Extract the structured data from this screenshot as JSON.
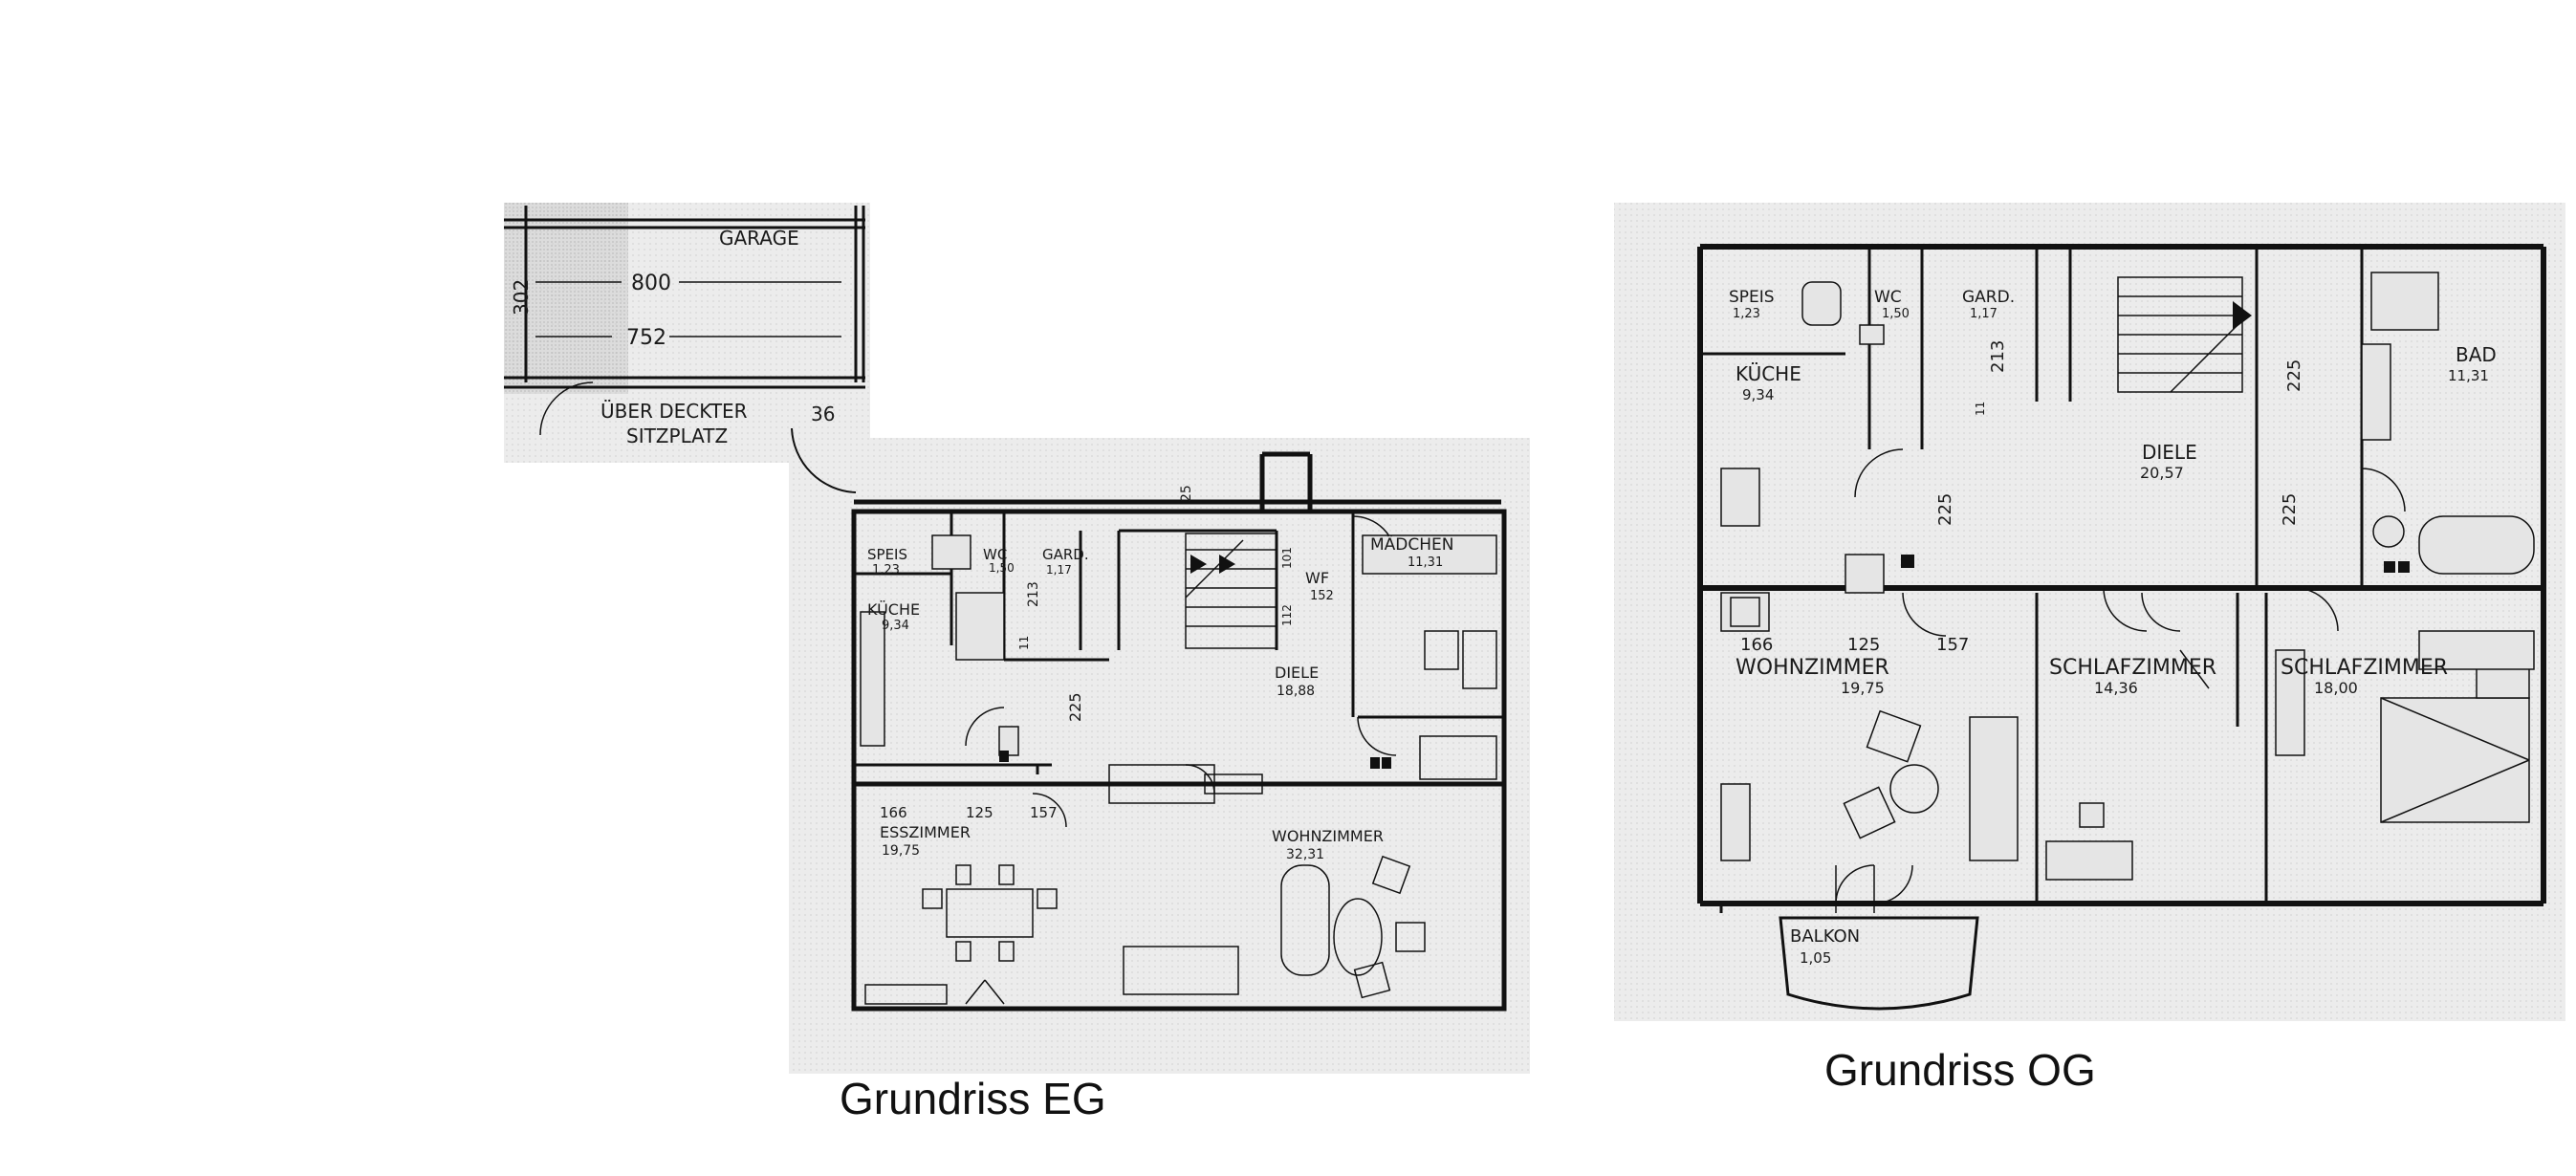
{
  "captions": {
    "eg": "Grundriss EG",
    "og": "Grundriss OG"
  },
  "garage": {
    "garage": "GARAGE",
    "dim_800": "800",
    "dim_752": "752",
    "dim_302": "302",
    "ueber_1": "ÜBER DECKTER",
    "ueber_2": "SITZPLATZ",
    "dim_36": "36"
  },
  "eg": {
    "speis": "SPEIS",
    "speis_a": "1,23",
    "wc": "WC",
    "wc_a": "1,50",
    "gard": "GARD.",
    "gard_a": "1,17",
    "kueche": "KÜCHE",
    "kueche_a": "9,34",
    "wf": "WF",
    "wf_d": "152",
    "maedchen": "MÄDCHEN",
    "maedchen_a": "11,31",
    "diele": "DIELE",
    "diele_a": "18,88",
    "esszimmer": "ESSZIMMER",
    "esszimmer_a": "19,75",
    "wohnzimmer": "WOHNZIMMER",
    "wohnzimmer_a": "32,31",
    "d25": "25",
    "d213": "213",
    "d225": "225",
    "d11": "11",
    "d101": "101",
    "d112": "112",
    "d166": "166",
    "d125": "125",
    "d157": "157"
  },
  "og": {
    "speis": "SPEIS",
    "speis_a": "1,23",
    "wc": "WC",
    "wc_a": "1,50",
    "gard": "GARD.",
    "gard_a": "1,17",
    "kueche": "KÜCHE",
    "kueche_a": "9,34",
    "bad": "BAD",
    "bad_a": "11,31",
    "diele": "DIELE",
    "diele_a": "20,57",
    "wohnzimmer": "WOHNZIMMER",
    "wohnzimmer_a": "19,75",
    "schlaf1": "SCHLAFZIMMER",
    "schlaf1_a": "14,36",
    "schlaf2": "SCHLAFZIMMER",
    "schlaf2_a": "18,00",
    "balkon": "BALKON",
    "balkon_a": "1,05",
    "d213": "213",
    "d225": "225",
    "d11": "11",
    "d166": "166",
    "d125": "125",
    "d157": "157"
  }
}
